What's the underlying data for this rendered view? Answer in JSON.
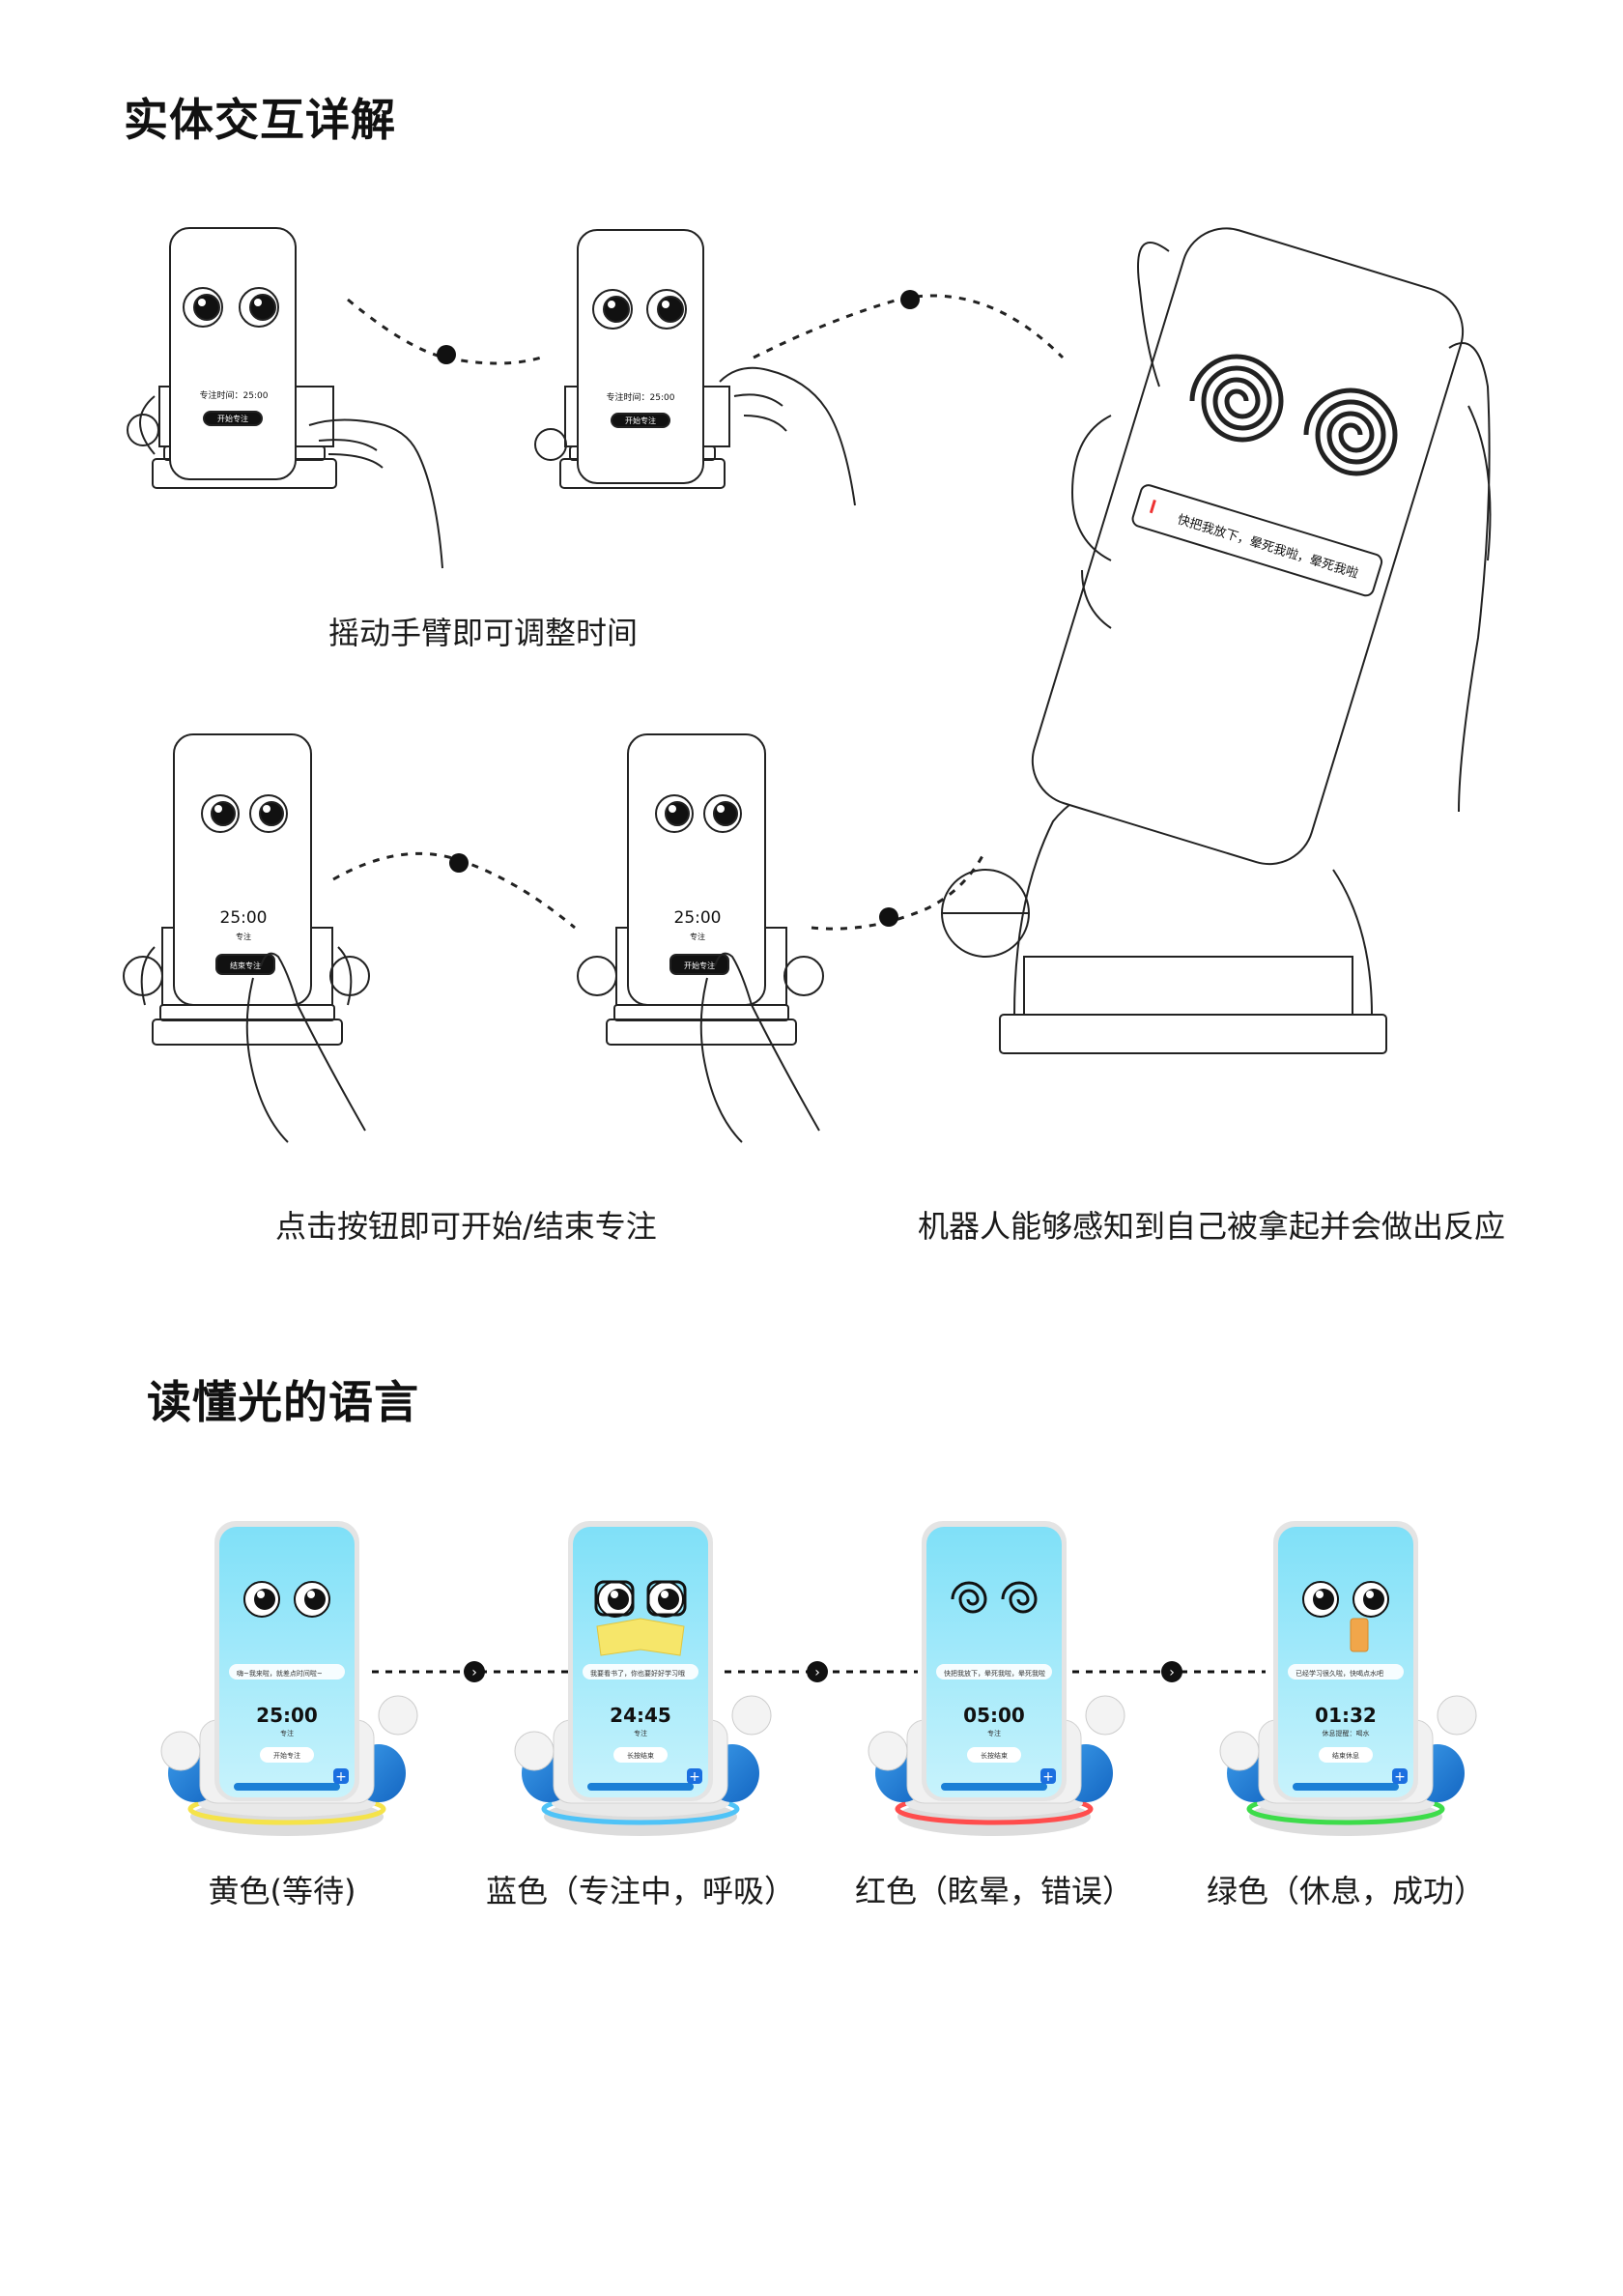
{
  "section1": {
    "title": "实体交互详解",
    "caption_arm": "摇动手臂即可调整时间",
    "caption_button": "点击按钮即可开始/结束专注",
    "caption_pickup": "机器人能够感知到自己被拿起并会做出反应",
    "phone_top_label": "专注时间：25:00",
    "phone_top_button": "开始专注",
    "phone_bottom_time": "25:00",
    "phone_bottom_sub": "专注",
    "phone_bottom_button_end": "结束专注",
    "phone_bottom_button_start": "开始专注",
    "big_phone_message": "快把我放下，晕死我啦，晕死我啦"
  },
  "section2": {
    "title": "读懂光的语言",
    "states": [
      {
        "label": "黄色(等待)",
        "time": "25:00",
        "sub": "专注",
        "button": "开始专注",
        "bubble": "嗨~我来啦，就差点时间啦~",
        "ring_color": "#f5e34a",
        "eyes": "round"
      },
      {
        "label": "蓝色（专注中，呼吸）",
        "time": "24:45",
        "sub": "专注",
        "button": "长按结束",
        "bubble": "我要看书了，你也要好好学习哦",
        "ring_color": "#4fc3f7",
        "eyes": "glasses"
      },
      {
        "label": "红色（眩晕，错误）",
        "time": "05:00",
        "sub": "专注",
        "button": "长按结束",
        "bubble": "快把我放下，晕死我啦，晕死我啦",
        "ring_color": "#ff4d4d",
        "eyes": "spiral"
      },
      {
        "label": "绿色（休息，成功）",
        "time": "01:32",
        "sub": "休息提醒：喝水",
        "button": "结束休息",
        "bubble": "已经学习很久啦，快喝点水吧",
        "ring_color": "#3ddc4a",
        "eyes": "round-drink"
      }
    ]
  }
}
